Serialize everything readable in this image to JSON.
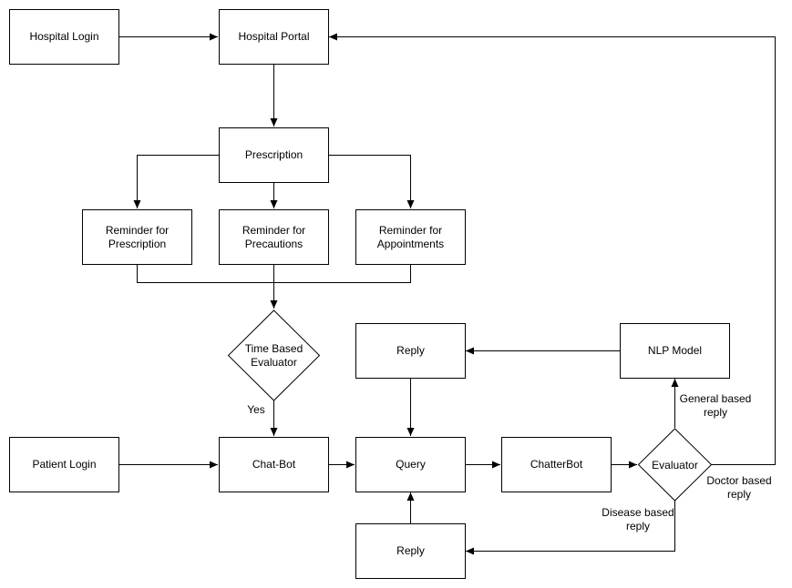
{
  "nodes": {
    "hospital_login": "Hospital Login",
    "hospital_portal": "Hospital Portal",
    "prescription": "Prescription",
    "reminder_prescription": "Reminder for\nPrescription",
    "reminder_precautions": "Reminder for\nPrecautions",
    "reminder_appointments": "Reminder for\nAppointments",
    "time_based_evaluator": "Time Based\nEvaluator",
    "patient_login": "Patient Login",
    "chat_bot": "Chat-Bot",
    "query": "Query",
    "chatterbot": "ChatterBot",
    "evaluator": "Evaluator",
    "nlp_model": "NLP Model",
    "reply_top": "Reply",
    "reply_bottom": "Reply"
  },
  "edge_labels": {
    "yes": "Yes",
    "general_based_reply": "General based\nreply",
    "doctor_based_reply": "Doctor based\nreply",
    "disease_based_reply": "Disease based\nreply"
  },
  "colors": {
    "stroke": "#000000",
    "fill": "#ffffff"
  }
}
